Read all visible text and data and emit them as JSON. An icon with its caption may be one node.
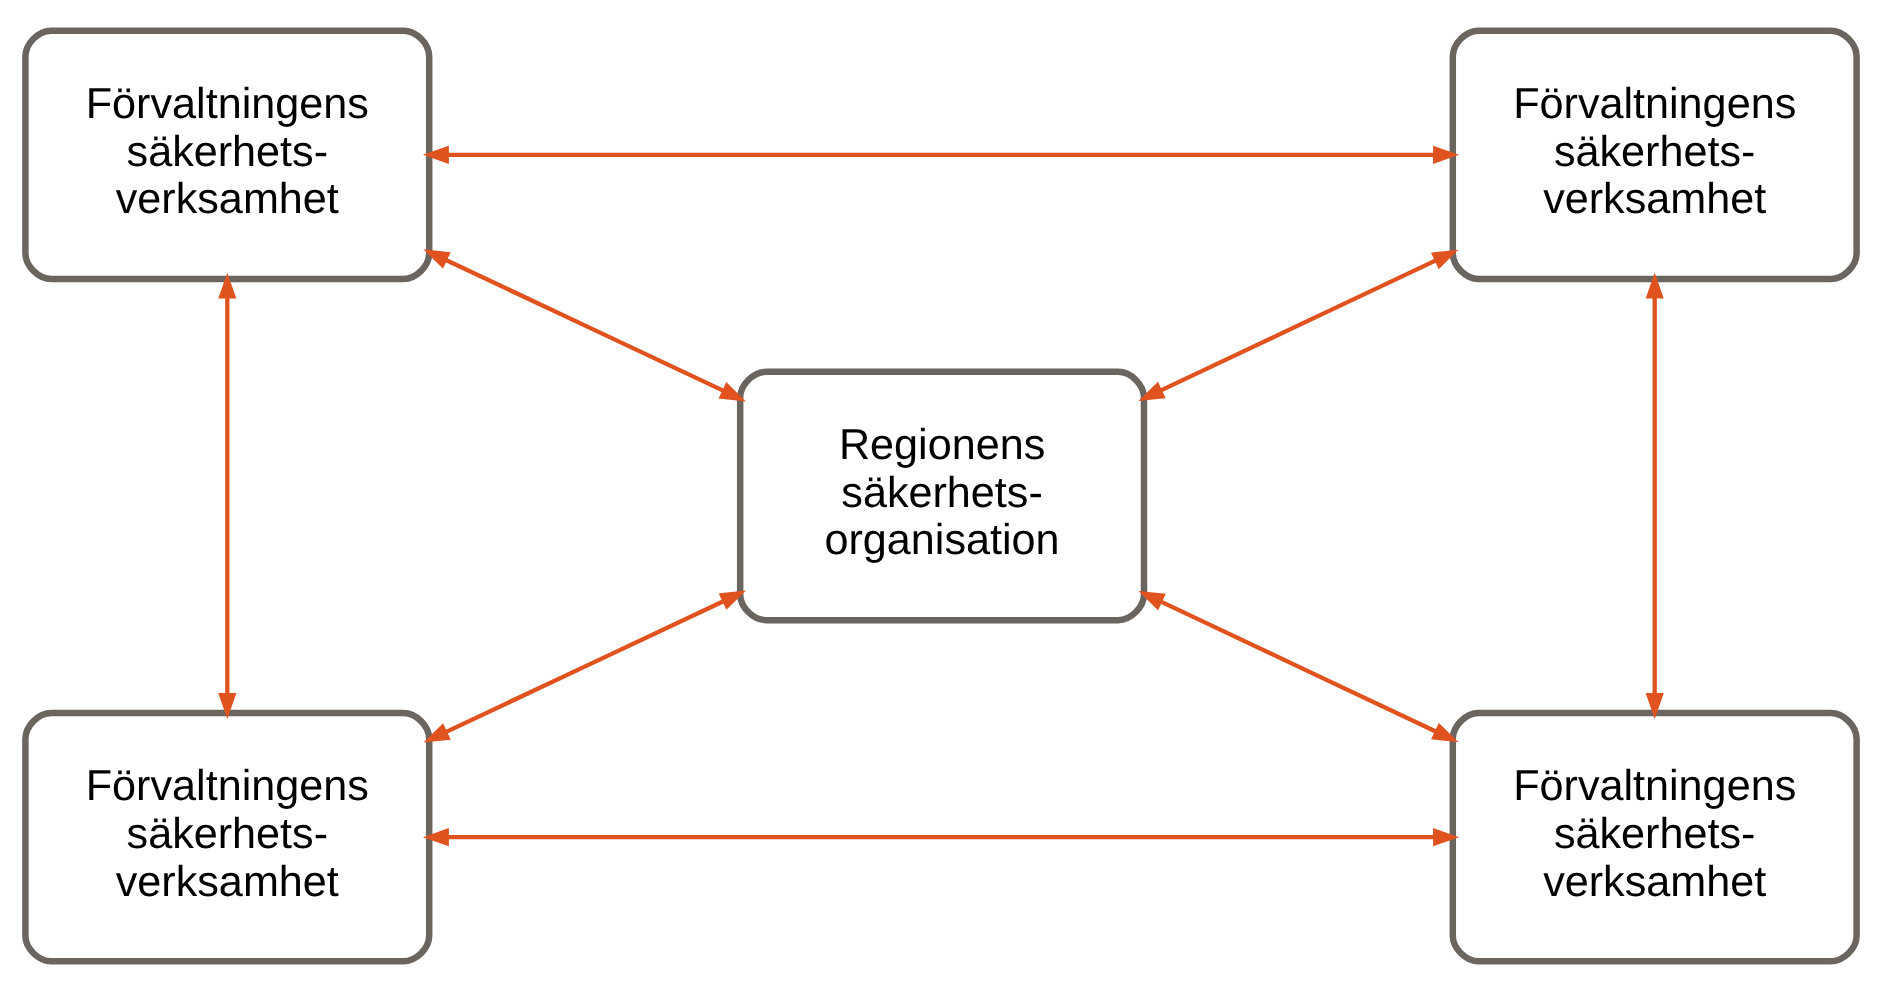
{
  "diagram": {
    "nodes": [
      {
        "text": [
          "Förvaltningens säkerhets- verksamhet"
        ]
      },
      {
        "text": [
          "Förvaltningens säkerhets- verksamhet"
        ]
      },
      {
        "text": [
          "Regionens säkerhets- organisation"
        ]
      },
      {
        "text": [
          "Förvaltningens säkerhets- verksamhet"
        ]
      },
      {
        "text": [
          "Förvaltningens säkerhets- verksamhet"
        ]
      }
    ],
    "edges": [
      {
        "from": 0,
        "to": 1,
        "arrow": "both"
      },
      {
        "from": 0,
        "to": 2,
        "arrow": "both"
      },
      {
        "from": 1,
        "to": 2,
        "arrow": "both"
      },
      {
        "from": 0,
        "to": 3,
        "arrow": "both"
      },
      {
        "from": 1,
        "to": 4,
        "arrow": "both"
      },
      {
        "from": 2,
        "to": 3,
        "arrow": "both"
      },
      {
        "from": 2,
        "to": 4,
        "arrow": "both"
      },
      {
        "from": 3,
        "to": 4,
        "arrow": "both"
      }
    ]
  }
}
